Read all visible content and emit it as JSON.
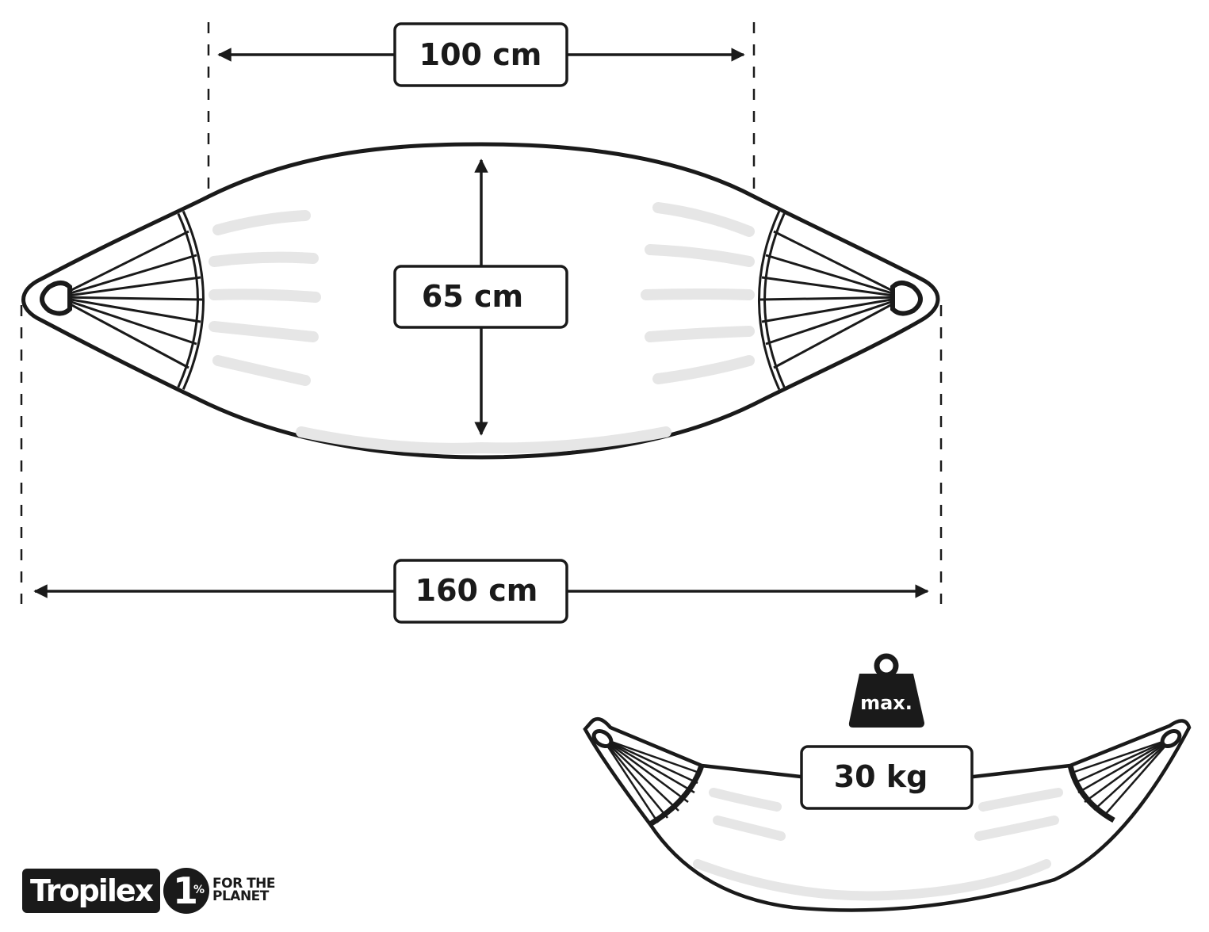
{
  "dimensions": {
    "width_label": "100 cm",
    "depth_label": "65 cm",
    "length_label": "160 cm"
  },
  "load": {
    "weight_label": "max.",
    "value_label": "30 kg"
  },
  "logos": {
    "brand": "Tropilex",
    "planet_number": "1",
    "planet_percent": "%",
    "planet_line1": "FOR THE",
    "planet_line2": "PLANET"
  },
  "colors": {
    "ink": "#1a1a1a",
    "fabric_shade": "#e6e6e6"
  }
}
